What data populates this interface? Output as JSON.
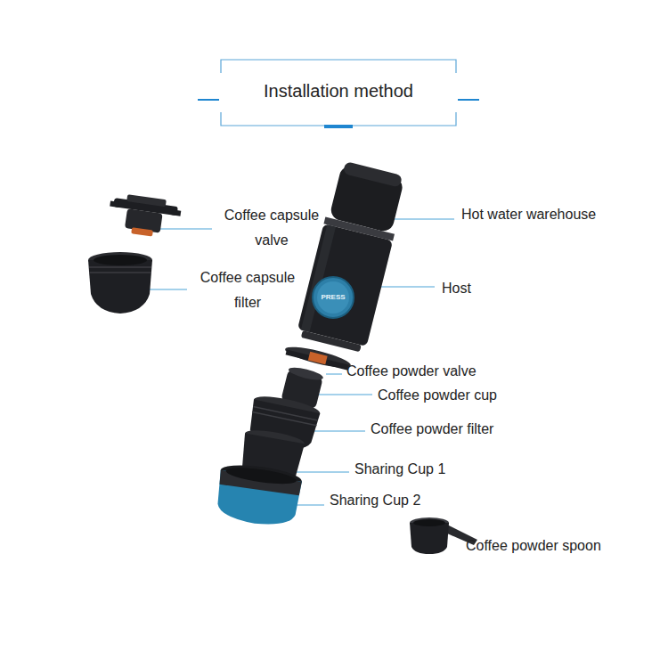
{
  "diagram": {
    "title": "Installation method",
    "labels": [
      "Coffee capsule valve",
      "Coffee capsule filter",
      "Hot water warehouse",
      "Host",
      "PRESS",
      "Coffee powder valve",
      "Coffee powder cup",
      "Coffee powder filter",
      "Sharing Cup 1",
      "Sharing Cup 2",
      "Coffee powder spoon"
    ]
  }
}
